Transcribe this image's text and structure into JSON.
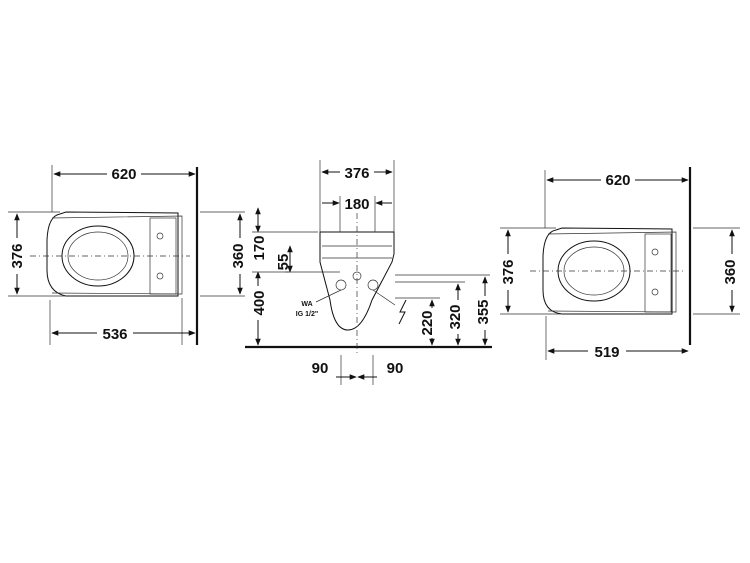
{
  "left_view": {
    "width_total": "620",
    "height_left": "376",
    "height_right": "360",
    "depth": "536"
  },
  "side_view": {
    "top_width": "376",
    "inner_width": "180",
    "dim_170": "170",
    "dim_55": "55",
    "dim_400": "400",
    "dim_220": "220",
    "dim_320": "320",
    "dim_355": "355",
    "offset_left": "90",
    "offset_right": "90",
    "water_label": "WA",
    "water_thread": "IG 1/2\""
  },
  "right_view": {
    "width_total": "620",
    "height_left": "376",
    "height_right": "360",
    "depth": "519"
  }
}
